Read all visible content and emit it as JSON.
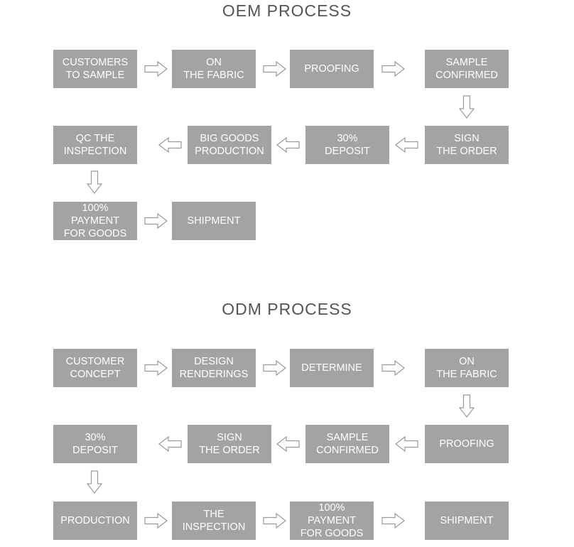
{
  "oem": {
    "title": "OEM PROCESS",
    "steps": {
      "s1": "CUSTOMERS\nTO SAMPLE",
      "s2": "ON\nTHE FABRIC",
      "s3": "PROOFING",
      "s4": "SAMPLE\nCONFIRMED",
      "s5": "SIGN\nTHE ORDER",
      "s6": "30%\nDEPOSIT",
      "s7": "BIG GOODS\nPRODUCTION",
      "s8": "QC THE\nINSPECTION",
      "s9": "100%\nPAYMENT\nFOR GOODS",
      "s10": "SHIPMENT"
    }
  },
  "odm": {
    "title": "ODM PROCESS",
    "steps": {
      "s1": "CUSTOMER\nCONCEPT",
      "s2": "DESIGN\nRENDERINGS",
      "s3": "DETERMINE",
      "s4": "ON\nTHE FABRIC",
      "s5": "PROOFING",
      "s6": "SAMPLE\nCONFIRMED",
      "s7": "SIGN\nTHE ORDER",
      "s8": "30%\nDEPOSIT",
      "s9": "PRODUCTION",
      "s10": "THE\nINSPECTION",
      "s11": "100%\nPAYMENT\nFOR GOODS",
      "s12": "SHIPMENT"
    }
  },
  "colors": {
    "box_fill": "#a3a3a3",
    "box_text": "#ffffff",
    "title_text": "#555555",
    "arrow_stroke": "#9a9a9a"
  }
}
